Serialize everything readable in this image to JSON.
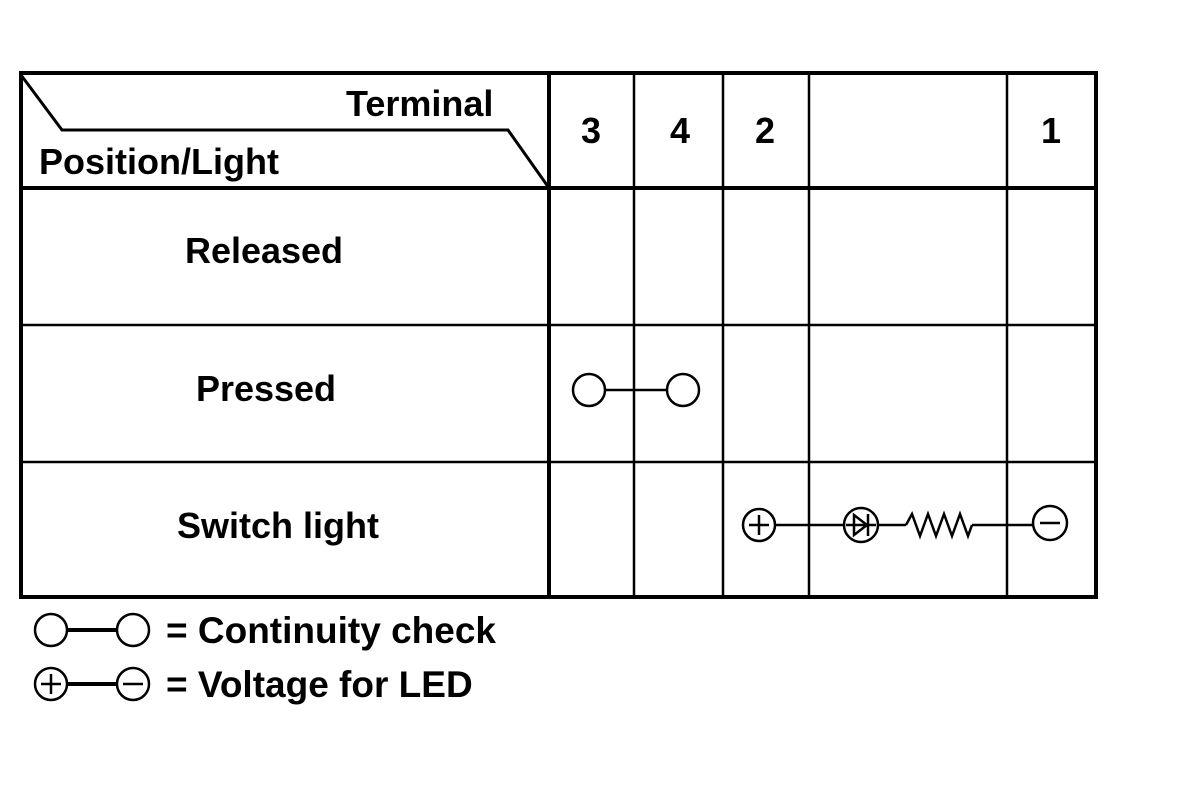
{
  "table": {
    "corner_top_label": "Terminal",
    "corner_bottom_label": "Position/Light",
    "terminals": [
      "3",
      "4",
      "2",
      "",
      "1"
    ],
    "rows": [
      {
        "label": "Released"
      },
      {
        "label": "Pressed"
      },
      {
        "label": "Switch light"
      }
    ]
  },
  "legend": {
    "continuity_text": "= Continuity check",
    "voltage_text": "= Voltage for LED"
  },
  "symbols": {
    "continuity": "open-circle-link-icon",
    "positive": "plus-circle-icon",
    "negative": "minus-circle-icon",
    "led": "led-diode-icon",
    "resistor": "resistor-icon"
  }
}
